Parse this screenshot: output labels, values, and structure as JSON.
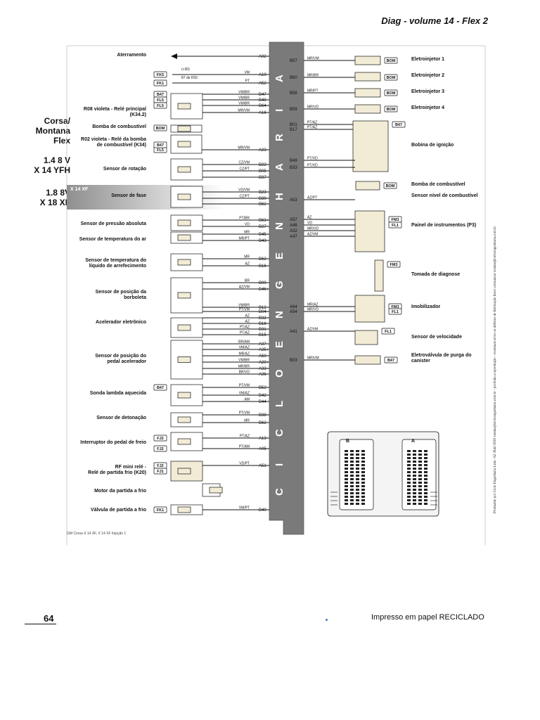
{
  "header": {
    "title": "Diag - volume 14 - Flex 2"
  },
  "vehicle": {
    "line1": "Corsa/",
    "line2": "Montana",
    "line3": "Flex",
    "engine1a": "1.4 8 V",
    "engine1b": "X 14 YFH",
    "engine2a": "1.8 8V",
    "engine2b": "X 18 XF"
  },
  "ecu_watermark": "CICLOENGENHARIA",
  "ground_symbol": "ground-arrow-icon",
  "left_components": [
    {
      "label": "Aterramento",
      "pins": [
        "A02"
      ],
      "wires": [
        ""
      ]
    },
    {
      "label": "",
      "pins": [
        "A19"
      ],
      "wires": [
        "VM"
      ],
      "tags": [
        "FK5"
      ],
      "note": "(+30)"
    },
    {
      "label": "",
      "pins": [
        "A52"
      ],
      "wires": [
        "PT"
      ],
      "tags": [
        "FK1"
      ],
      "note": "87 de K50"
    },
    {
      "label": "R08 violeta - Relé principal",
      "label2": "(K34.2)",
      "pins": [
        "B47",
        "B48",
        "B64",
        "A16"
      ],
      "wires": [
        "VM/BR",
        "VM/BR",
        "VM/BR",
        "MR/VM"
      ],
      "tags": [
        "B47",
        "FL5",
        "FL5"
      ]
    },
    {
      "label": "Bomba de combustível",
      "pins": [],
      "wires": [],
      "tags": [
        "BOM"
      ]
    },
    {
      "label": "R02 violeta - Relé da bomba",
      "label2": "de combustível (K34)",
      "pins": [
        "A23"
      ],
      "wires": [
        "MR/VM"
      ],
      "tags": [
        "FL5",
        "B47"
      ]
    },
    {
      "label": "Sensor de rotação",
      "pins": [
        "B22",
        "B05",
        "B37"
      ],
      "wires": [
        "CZ/VM",
        "CZ/PT",
        ""
      ]
    },
    {
      "label": "Sensor de fase",
      "pins": [
        "B23",
        "B30",
        "B62"
      ],
      "wires": [
        "VD/VM",
        "CZ/PT",
        ""
      ],
      "variant": "X 14 XF"
    },
    {
      "label": "Sensor de pressão absoluta",
      "pins": [
        "B63+",
        "B27"
      ],
      "wires": [
        "PT/BR",
        "VD"
      ]
    },
    {
      "label": "Sensor de temperatura do ar",
      "pins": [
        "B45-",
        "B43"
      ],
      "wires": [
        "MR",
        "MR/PT"
      ]
    },
    {
      "label": "Sensor de temperatura do",
      "label2": "líquido de arrefecimento",
      "pins": [
        "B62",
        "B16"
      ],
      "wires": [
        "MR",
        "AZ"
      ]
    },
    {
      "label": "Sensor de posição da",
      "label2": "borboleta",
      "pins": [
        "B09",
        "B46+"
      ],
      "wires": [
        "BR",
        "AZ/VM"
      ]
    },
    {
      "label": "Acelerador eletrônico",
      "pins": [
        "B12",
        "B04",
        "B32",
        "B16",
        "B31",
        "B15"
      ],
      "wires": [
        "VM/BR",
        "PT/VM",
        "AZ",
        "AZ",
        "PT/AZ",
        "PT/AZ"
      ]
    },
    {
      "label": "Sensor de posição do",
      "label2": "pedal acelerador",
      "pins": [
        "A37",
        "A35+",
        "A50-",
        "A20+",
        "A33-",
        "A36"
      ],
      "wires": [
        "BR/AM",
        "VM/AZ",
        "MR/AZ",
        "VM/BR",
        "MR/BR",
        "BR/VD"
      ]
    },
    {
      "label": "Sonda lambda aquecida",
      "pins": [
        "B52",
        "B42",
        "B44"
      ],
      "wires": [
        "PT/VM",
        "VM/AZ",
        "AM"
      ],
      "tags": [
        "B47"
      ]
    },
    {
      "label": "Sensor de detonação",
      "pins": [
        "B38",
        "B62"
      ],
      "wires": [
        "PT/VM",
        "MR"
      ]
    },
    {
      "label": "Interruptor do pedal de freio",
      "pins": [
        "A13",
        "A05"
      ],
      "wires": [
        "PT/AZ",
        "PT/AM"
      ],
      "tags": [
        "FJ2",
        "FJ2"
      ]
    },
    {
      "label": "RF mini relé -",
      "label2": "Relé de partida frio (K20)",
      "pins": [
        "A51"
      ],
      "wires": [
        "VD/PT"
      ],
      "tags": [
        "FJ2",
        "FJ1"
      ]
    },
    {
      "label": "Motor da partida a frio",
      "pins": [],
      "wires": []
    },
    {
      "label": "Válvula de partida a frio",
      "pins": [
        "B40"
      ],
      "wires": [
        "VM/PT"
      ],
      "tags": [
        "FK1"
      ]
    }
  ],
  "right_components": [
    {
      "label": "Eletroinjetor 1",
      "pins": [
        "B57"
      ],
      "wires": [
        "MR/VM"
      ],
      "tags": [
        "BOM"
      ]
    },
    {
      "label": "Eletroinjetor 2",
      "pins": [
        "B60"
      ],
      "wires": [
        "MR/BR"
      ],
      "tags": [
        "BOM"
      ]
    },
    {
      "label": "Eletroinjetor 3",
      "pins": [
        "B58"
      ],
      "wires": [
        "MR/PT"
      ],
      "tags": [
        "BOM"
      ]
    },
    {
      "label": "Eletroinjetor 4",
      "pins": [
        "B59"
      ],
      "wires": [
        "MR/VD"
      ],
      "tags": [
        "BOM"
      ]
    },
    {
      "label": "Bobina de ignição",
      "pins": [
        "B01",
        "B17"
      ],
      "wires": [
        "PT/AZ",
        "PT/AZ"
      ],
      "tags": [
        "B47"
      ]
    },
    {
      "label": "",
      "pins": [
        "B49",
        "B33"
      ],
      "wires": [
        "PT/VD",
        "PT/VD"
      ]
    },
    {
      "label": "Bomba de combustível",
      "pins": [],
      "wires": [],
      "tags": [
        "BOM"
      ]
    },
    {
      "label": "Sensor nível de combustível",
      "pins": [
        "A53"
      ],
      "wires": [
        "AZ/PT"
      ]
    },
    {
      "label": "Painel de instrumentos (P3)",
      "pins": [
        "A57",
        "A46",
        "A32",
        "A47"
      ],
      "wires": [
        "AZ",
        "VD",
        "MR/VD",
        "AZ/VM"
      ],
      "tags": [
        "FM3",
        "FL1"
      ]
    },
    {
      "label": "Tomada de diagnose",
      "pins": [],
      "wires": [],
      "tags": [
        "FM3"
      ]
    },
    {
      "label": "Imobilizador",
      "pins": [
        "A64",
        "A54"
      ],
      "wires": [
        "MR/AZ",
        "MR/VD"
      ],
      "tags": [
        "FM3",
        "FL1"
      ]
    },
    {
      "label": "Sensor de velocidade",
      "pins": [
        "A41"
      ],
      "wires": [
        "AZ/VM"
      ],
      "tags": [
        "FL1"
      ]
    },
    {
      "label": "Eletroválvula de purga do",
      "label2": "canister",
      "pins": [
        "B03"
      ],
      "wires": [
        "MR/VM"
      ],
      "tags": [
        "B47"
      ]
    }
  ],
  "connector": {
    "left": "B",
    "right": "A"
  },
  "footnote": "GM Corsa X 14 XF, X 14 XF Injeção 1",
  "vertical_note": "Produzido por Ciclo Engenharia Ltda - 62 3942-3939 vendas@cicloengenharia.com.br - proibida a reprodução - eventuais erros ou defeitos de fabricação favor comunicar vendas@cicloengenharia.com.br",
  "footer": {
    "page": "64",
    "text": "Impresso em papel RECICLADO"
  },
  "colors": {
    "ecu": "#7a7a7a",
    "component": "#f2ecd6",
    "variant_band": "#9a9a9a",
    "accent": "#3a7bd5"
  }
}
